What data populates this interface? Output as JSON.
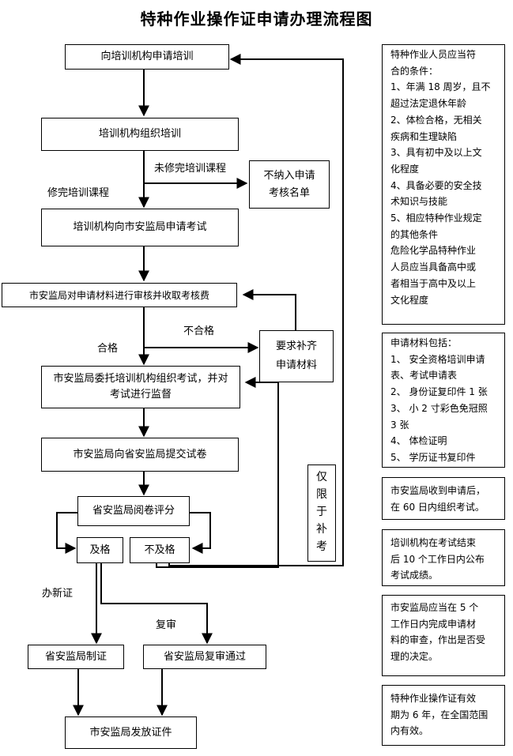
{
  "title": "特种作业操作证申请办理流程图",
  "flow": {
    "apply_training": "向培训机构申请培训",
    "org_training": "培训机构组织培训",
    "apply_exam": "培训机构向市安监局申请考试",
    "review_fee": "市安监局对申请材料进行审核并收取考核费",
    "entrust_exam": "市安监局委托培训机构组织考试，并对考试进行监督",
    "submit_papers": "市安监局向省安监局提交试卷",
    "grading": "省安监局阅卷评分",
    "pass": "及格",
    "fail": "不及格",
    "make_cert": "省安监局制证",
    "recheck_pass": "省安监局复审通过",
    "issue_cert": "市安监局发放证件",
    "not_listed": "不纳入申请考核名单",
    "supplement": "要求补齐申请材料",
    "retake_only": "仅限于补考"
  },
  "labels": {
    "incomplete_training": "未修完培训课程",
    "complete_training": "修完培训课程",
    "unqualified": "不合格",
    "qualified": "合格",
    "new_cert": "办新证",
    "review": "复审"
  },
  "notes": {
    "conditions": [
      "特种作业人员应当符",
      "合的条件：",
      "1、年满 18 周岁，且不",
      "超过法定退休年龄",
      "2、体检合格，无相关",
      "疾病和生理缺陷",
      "3、具有初中及以上文",
      "化程度",
      "4、具备必要的安全技",
      "术知识与技能",
      "5、相应特种作业规定",
      "的其他条件",
      "危险化学品特种作业",
      "人员应当具备高中或",
      "者相当于高中及以上",
      "文化程度"
    ],
    "materials": [
      "申请材料包括：",
      "1、 安全资格培训申请",
      "表、考试申请表",
      "2、 身份证复印件 1 张",
      "3、 小 2 寸彩色免冠照",
      "3 张",
      "4、 体检证明",
      "5、 学历证书复印件"
    ],
    "exam_time": [
      "市安监局收到申请后，",
      "在 60 日内组织考试。"
    ],
    "publish_time": [
      "培训机构在考试结束",
      "后 10 个工作日内公布",
      "考试成绩。"
    ],
    "review_time": [
      "市安监局应当在 5 个",
      "工作日内完成申请材",
      "料的审查，作出是否受",
      "理的决定。"
    ],
    "validity": [
      "特种作业操作证有效",
      "期为 6 年，在全国范围",
      "内有效。"
    ]
  }
}
